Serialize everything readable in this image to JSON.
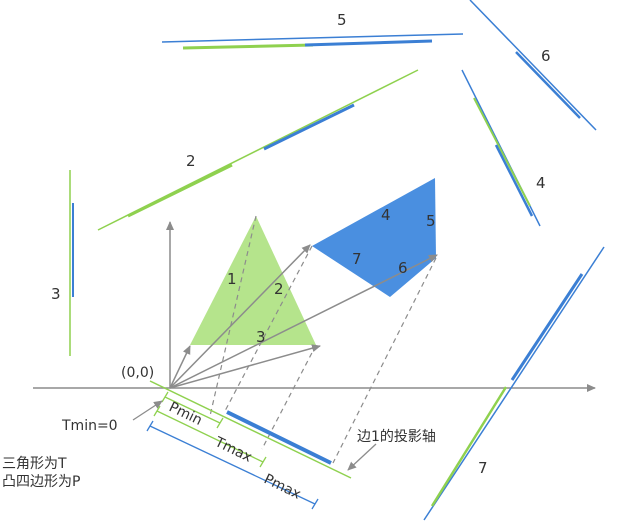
{
  "labels": {
    "edge1": "1",
    "edge2": "2",
    "edge3": "3",
    "edge4": "4",
    "edge5": "5",
    "edge6": "6",
    "edge7": "7",
    "proj2": "2",
    "proj3": "3",
    "proj4": "4",
    "proj5": "5",
    "proj6": "6",
    "proj7": "7",
    "origin": "(0,0)",
    "tmin": "Tmin=0",
    "pmin": "Pmin",
    "tmax": "Tmax",
    "pmax": "Pmax",
    "axis_note": "边1的投影轴",
    "legend_t": "三角形为T",
    "legend_p": "凸四边形为P"
  },
  "colors": {
    "triangle": "#b5e48c",
    "quad": "#4a8fe0",
    "green_line": "#8fd14f",
    "blue_line": "#3b7fd4",
    "axis": "#8c8c8c"
  }
}
